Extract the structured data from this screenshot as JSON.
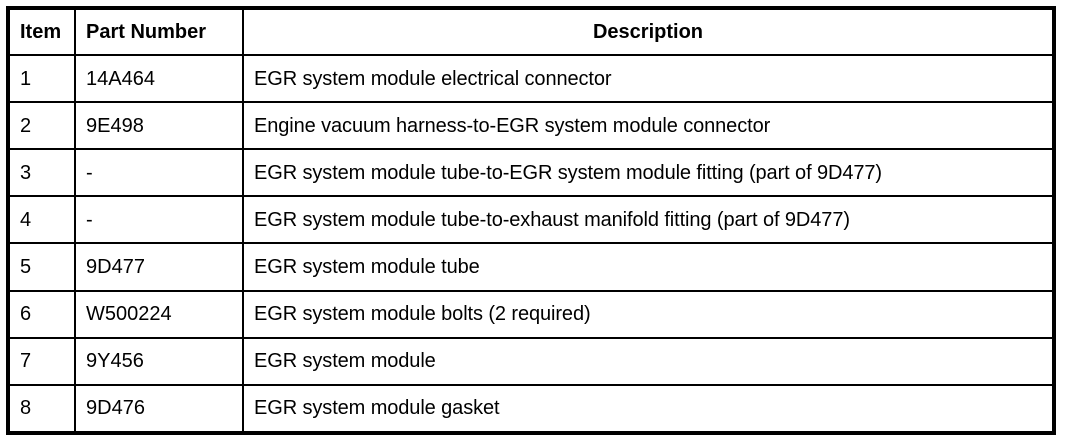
{
  "table": {
    "columns": [
      {
        "key": "item",
        "label": "Item"
      },
      {
        "key": "part_number",
        "label": "Part Number"
      },
      {
        "key": "description",
        "label": "Description"
      }
    ],
    "rows": [
      {
        "item": "1",
        "part_number": "14A464",
        "description": "EGR system module electrical connector"
      },
      {
        "item": "2",
        "part_number": "9E498",
        "description": "Engine vacuum harness-to-EGR system module connector"
      },
      {
        "item": "3",
        "part_number": "-",
        "description": "EGR system module tube-to-EGR system module fitting (part of 9D477)"
      },
      {
        "item": "4",
        "part_number": "-",
        "description": "EGR system module tube-to-exhaust manifold fitting (part of 9D477)"
      },
      {
        "item": "5",
        "part_number": "9D477",
        "description": "EGR system module tube"
      },
      {
        "item": "6",
        "part_number": "W500224",
        "description": "EGR system module bolts (2 required)"
      },
      {
        "item": "7",
        "part_number": "9Y456",
        "description": "EGR system module"
      },
      {
        "item": "8",
        "part_number": "9D476",
        "description": "EGR system module gasket"
      }
    ]
  },
  "colors": {
    "border": "#000000",
    "text": "#000000",
    "background": "#ffffff"
  }
}
